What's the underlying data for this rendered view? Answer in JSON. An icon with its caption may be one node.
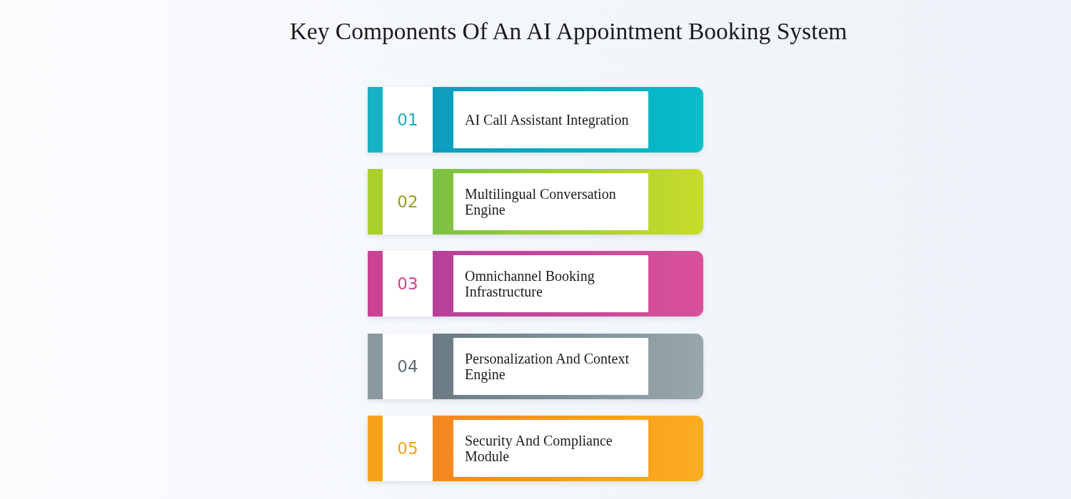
{
  "diagram": {
    "title": "Key Components Of An AI Appointment Booking System",
    "nodes": [
      {
        "text": [
          "01",
          "AI Call Assistant Integration"
        ]
      },
      {
        "text": [
          "02",
          "Multilingual Conversation Engine"
        ]
      },
      {
        "text": [
          "03",
          "Omnichannel Booking Infrastructure"
        ]
      },
      {
        "text": [
          "04",
          "Personalization And Context Engine"
        ]
      },
      {
        "text": [
          "05",
          "Security And Compliance Module"
        ]
      }
    ]
  }
}
